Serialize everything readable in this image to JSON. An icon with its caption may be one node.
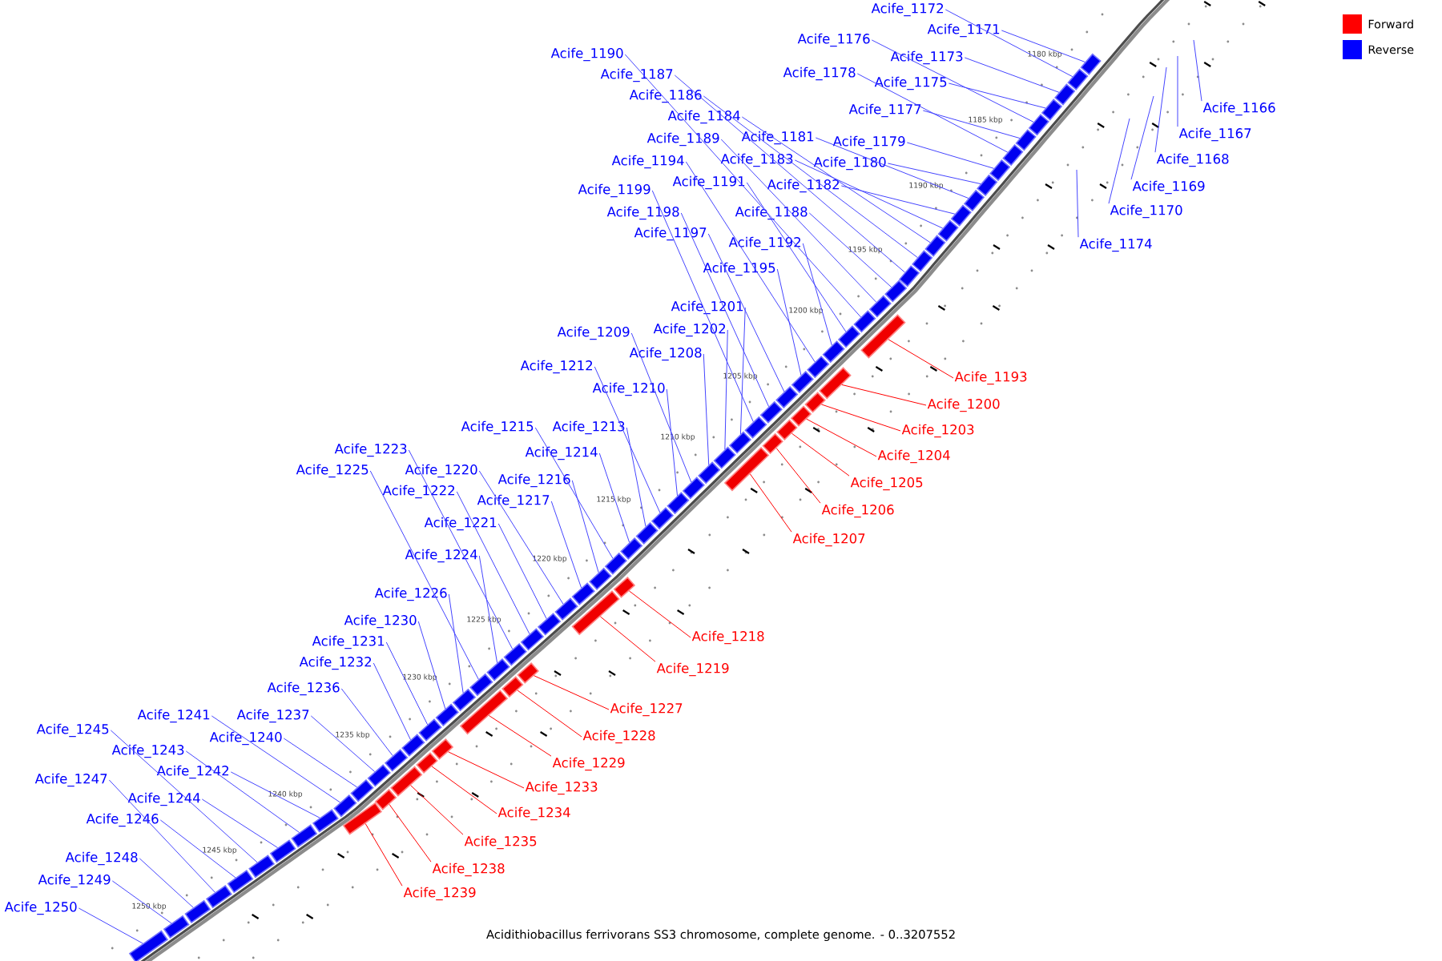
{
  "diagram": {
    "caption": "Acidithiobacillus ferrivorans SS3 chromosome, complete genome. - 0..3207552",
    "nodes": [
      {
        "text": [
          "Acife_1172"
        ]
      },
      {
        "text": [
          "Acife_1171"
        ]
      },
      {
        "text": [
          "Acife_1176"
        ]
      },
      {
        "text": [
          "Acife_1173"
        ]
      },
      {
        "text": [
          "Acife_1178"
        ]
      },
      {
        "text": [
          "Acife_1175"
        ]
      },
      {
        "text": [
          "Acife_1177"
        ]
      },
      {
        "text": [
          "Acife_1179"
        ]
      },
      {
        "text": [
          "Acife_1180"
        ]
      },
      {
        "text": [
          "Acife_1190"
        ]
      },
      {
        "text": [
          "Acife_1187"
        ]
      },
      {
        "text": [
          "Acife_1186"
        ]
      },
      {
        "text": [
          "Acife_1184"
        ]
      },
      {
        "text": [
          "Acife_1189"
        ]
      },
      {
        "text": [
          "Acife_1181"
        ]
      },
      {
        "text": [
          "Acife_1194"
        ]
      },
      {
        "text": [
          "Acife_1183"
        ]
      },
      {
        "text": [
          "Acife_1191"
        ]
      },
      {
        "text": [
          "Acife_1182"
        ]
      },
      {
        "text": [
          "Acife_1199"
        ]
      },
      {
        "text": [
          "Acife_1198"
        ]
      },
      {
        "text": [
          "Acife_1188"
        ]
      },
      {
        "text": [
          "Acife_1197"
        ]
      },
      {
        "text": [
          "Acife_1192"
        ]
      },
      {
        "text": [
          "Acife_1195"
        ]
      },
      {
        "text": [
          "Acife_1201"
        ]
      },
      {
        "text": [
          "Acife_1202"
        ]
      },
      {
        "text": [
          "Acife_1209"
        ]
      },
      {
        "text": [
          "Acife_1208"
        ]
      },
      {
        "text": [
          "Acife_1212"
        ]
      },
      {
        "text": [
          "Acife_1210"
        ]
      },
      {
        "text": [
          "Acife_1215"
        ]
      },
      {
        "text": [
          "Acife_1213"
        ]
      },
      {
        "text": [
          "Acife_1214"
        ]
      },
      {
        "text": [
          "Acife_1216"
        ]
      },
      {
        "text": [
          "Acife_1217"
        ]
      },
      {
        "text": [
          "Acife_1223"
        ]
      },
      {
        "text": [
          "Acife_1225"
        ]
      },
      {
        "text": [
          "Acife_1220"
        ]
      },
      {
        "text": [
          "Acife_1222"
        ]
      },
      {
        "text": [
          "Acife_1221"
        ]
      },
      {
        "text": [
          "Acife_1224"
        ]
      },
      {
        "text": [
          "Acife_1226"
        ]
      },
      {
        "text": [
          "Acife_1230"
        ]
      },
      {
        "text": [
          "Acife_1231"
        ]
      },
      {
        "text": [
          "Acife_1232"
        ]
      },
      {
        "text": [
          "Acife_1236"
        ]
      },
      {
        "text": [
          "Acife_1241"
        ]
      },
      {
        "text": [
          "Acife_1237"
        ]
      },
      {
        "text": [
          "Acife_1240"
        ]
      },
      {
        "text": [
          "Acife_1245"
        ]
      },
      {
        "text": [
          "Acife_1243"
        ]
      },
      {
        "text": [
          "Acife_1242"
        ]
      },
      {
        "text": [
          "Acife_1247"
        ]
      },
      {
        "text": [
          "Acife_1244"
        ]
      },
      {
        "text": [
          "Acife_1246"
        ]
      },
      {
        "text": [
          "Acife_1248"
        ]
      },
      {
        "text": [
          "Acife_1249"
        ]
      },
      {
        "text": [
          "Acife_1250"
        ]
      },
      {
        "text": [
          "Acife_1166"
        ]
      },
      {
        "text": [
          "Acife_1167"
        ]
      },
      {
        "text": [
          "Acife_1168"
        ]
      },
      {
        "text": [
          "Acife_1169"
        ]
      },
      {
        "text": [
          "Acife_1170"
        ]
      },
      {
        "text": [
          "Acife_1174"
        ]
      },
      {
        "text": [
          "Acife_1193"
        ]
      },
      {
        "text": [
          "Acife_1200"
        ]
      },
      {
        "text": [
          "Acife_1203"
        ]
      },
      {
        "text": [
          "Acife_1204"
        ]
      },
      {
        "text": [
          "Acife_1205"
        ]
      },
      {
        "text": [
          "Acife_1206"
        ]
      },
      {
        "text": [
          "Acife_1207"
        ]
      },
      {
        "text": [
          "Acife_1218"
        ]
      },
      {
        "text": [
          "Acife_1219"
        ]
      },
      {
        "text": [
          "Acife_1227"
        ]
      },
      {
        "text": [
          "Acife_1228"
        ]
      },
      {
        "text": [
          "Acife_1229"
        ]
      },
      {
        "text": [
          "Acife_1233"
        ]
      },
      {
        "text": [
          "Acife_1234"
        ]
      },
      {
        "text": [
          "Acife_1235"
        ]
      },
      {
        "text": [
          "Acife_1238"
        ]
      },
      {
        "text": [
          "Acife_1239"
        ]
      },
      {
        "text": [],
        "shape": "box"
      },
      {
        "text": [],
        "shape": "box"
      },
      {
        "text": [],
        "shape": "box"
      },
      {
        "text": [],
        "shape": "box"
      },
      {
        "text": [],
        "shape": "box"
      },
      {
        "text": [],
        "shape": "box"
      },
      {
        "text": [],
        "shape": "box"
      },
      {
        "text": [],
        "shape": "box"
      },
      {
        "text": [],
        "shape": "box"
      },
      {
        "text": [],
        "shape": "box"
      },
      {
        "text": [],
        "shape": "box"
      },
      {
        "text": [],
        "shape": "box"
      },
      {
        "text": [],
        "shape": "box"
      },
      {
        "text": [],
        "shape": "box"
      },
      {
        "text": [],
        "shape": "box"
      },
      {
        "text": [],
        "shape": "box"
      },
      {
        "text": [],
        "shape": "box"
      },
      {
        "text": [],
        "shape": "box"
      },
      {
        "text": [],
        "shape": "box"
      },
      {
        "text": [],
        "shape": "box"
      },
      {
        "text": [],
        "shape": "box"
      },
      {
        "text": [],
        "shape": "box"
      },
      {
        "text": [],
        "shape": "box"
      },
      {
        "text": [],
        "shape": "box"
      },
      {
        "text": [],
        "shape": "box"
      },
      {
        "text": [],
        "shape": "box"
      },
      {
        "text": [],
        "shape": "box"
      },
      {
        "text": [],
        "shape": "box"
      },
      {
        "text": [],
        "shape": "box"
      },
      {
        "text": [],
        "shape": "box"
      },
      {
        "text": [],
        "shape": "box"
      },
      {
        "text": [],
        "shape": "box"
      },
      {
        "text": [],
        "shape": "box"
      },
      {
        "text": [],
        "shape": "box"
      },
      {
        "text": [],
        "shape": "box"
      },
      {
        "text": [],
        "shape": "box"
      },
      {
        "text": [],
        "shape": "box"
      },
      {
        "text": [],
        "shape": "box"
      },
      {
        "text": [],
        "shape": "box"
      },
      {
        "text": [],
        "shape": "box"
      },
      {
        "text": [],
        "shape": "box"
      },
      {
        "text": [],
        "shape": "box"
      },
      {
        "text": [],
        "shape": "box"
      },
      {
        "text": [],
        "shape": "box"
      },
      {
        "text": [],
        "shape": "box"
      },
      {
        "text": [],
        "shape": "box"
      },
      {
        "text": [],
        "shape": "box"
      },
      {
        "text": [],
        "shape": "box"
      },
      {
        "text": [],
        "shape": "box"
      },
      {
        "text": [],
        "shape": "box"
      },
      {
        "text": [],
        "shape": "box"
      },
      {
        "text": [],
        "shape": "box"
      },
      {
        "text": [],
        "shape": "box"
      },
      {
        "text": [],
        "shape": "box"
      },
      {
        "text": [],
        "shape": "box"
      },
      {
        "text": [],
        "shape": "box"
      },
      {
        "text": [],
        "shape": "box"
      },
      {
        "text": [],
        "shape": "box"
      },
      {
        "text": [],
        "shape": "box"
      },
      {
        "text": [],
        "shape": "box"
      },
      {
        "text": [],
        "shape": "box"
      },
      {
        "text": [],
        "shape": "box"
      },
      {
        "text": [],
        "shape": "box"
      },
      {
        "text": [],
        "shape": "box"
      },
      {
        "text": [],
        "shape": "box"
      },
      {
        "text": [],
        "shape": "box"
      },
      {
        "text": [],
        "shape": "box"
      },
      {
        "text": [],
        "shape": "box"
      },
      {
        "text": [],
        "shape": "box"
      },
      {
        "text": [],
        "shape": "box"
      },
      {
        "text": [],
        "shape": "box"
      },
      {
        "text": [],
        "shape": "box"
      },
      {
        "text": [],
        "shape": "box"
      },
      {
        "text": [],
        "shape": "box"
      },
      {
        "text": [],
        "shape": "box"
      },
      {
        "text": [],
        "shape": "box"
      }
    ],
    "edges": [
      {
        "from": 0,
        "to": 83,
        "arrow": "none"
      },
      {
        "from": 1,
        "to": 82,
        "arrow": "none"
      },
      {
        "from": 2,
        "to": 86,
        "arrow": "none"
      },
      {
        "from": 3,
        "to": 84,
        "arrow": "none"
      },
      {
        "from": 4,
        "to": 88,
        "arrow": "none"
      },
      {
        "from": 5,
        "to": 85,
        "arrow": "none"
      },
      {
        "from": 6,
        "to": 87,
        "arrow": "none"
      },
      {
        "from": 7,
        "to": 89,
        "arrow": "none"
      },
      {
        "from": 8,
        "to": 90,
        "arrow": "none"
      },
      {
        "from": 9,
        "to": 99,
        "arrow": "none"
      },
      {
        "from": 10,
        "to": 96,
        "arrow": "none"
      },
      {
        "from": 11,
        "to": 95,
        "arrow": "none"
      },
      {
        "from": 12,
        "to": 94,
        "arrow": "none"
      },
      {
        "from": 13,
        "to": 98,
        "arrow": "none"
      },
      {
        "from": 14,
        "to": 91,
        "arrow": "none"
      },
      {
        "from": 15,
        "to": 103,
        "arrow": "none"
      },
      {
        "from": 16,
        "to": 93,
        "arrow": "none"
      },
      {
        "from": 17,
        "to": 100,
        "arrow": "none"
      },
      {
        "from": 18,
        "to": 92,
        "arrow": "none"
      },
      {
        "from": 19,
        "to": 107,
        "arrow": "none"
      },
      {
        "from": 20,
        "to": 106,
        "arrow": "none"
      },
      {
        "from": 21,
        "to": 97,
        "arrow": "none"
      },
      {
        "from": 22,
        "to": 105,
        "arrow": "none"
      },
      {
        "from": 23,
        "to": 101,
        "arrow": "none"
      },
      {
        "from": 24,
        "to": 104,
        "arrow": "none"
      },
      {
        "from": 25,
        "to": 109,
        "arrow": "none"
      },
      {
        "from": 26,
        "to": 110,
        "arrow": "none"
      },
      {
        "from": 27,
        "to": 117,
        "arrow": "none"
      },
      {
        "from": 28,
        "to": 116,
        "arrow": "none"
      },
      {
        "from": 29,
        "to": 119,
        "arrow": "none"
      },
      {
        "from": 30,
        "to": 118,
        "arrow": "none"
      },
      {
        "from": 31,
        "to": 122,
        "arrow": "none"
      },
      {
        "from": 32,
        "to": 120,
        "arrow": "none"
      },
      {
        "from": 33,
        "to": 121,
        "arrow": "none"
      },
      {
        "from": 34,
        "to": 123,
        "arrow": "none"
      },
      {
        "from": 35,
        "to": 124,
        "arrow": "none"
      },
      {
        "from": 36,
        "to": 130,
        "arrow": "none"
      },
      {
        "from": 37,
        "to": 132,
        "arrow": "none"
      },
      {
        "from": 38,
        "to": 127,
        "arrow": "none"
      },
      {
        "from": 39,
        "to": 129,
        "arrow": "none"
      },
      {
        "from": 40,
        "to": 128,
        "arrow": "none"
      },
      {
        "from": 41,
        "to": 131,
        "arrow": "none"
      },
      {
        "from": 42,
        "to": 133,
        "arrow": "none"
      },
      {
        "from": 43,
        "to": 137,
        "arrow": "none"
      },
      {
        "from": 44,
        "to": 138,
        "arrow": "none"
      },
      {
        "from": 45,
        "to": 139,
        "arrow": "none"
      },
      {
        "from": 46,
        "to": 143,
        "arrow": "none"
      },
      {
        "from": 47,
        "to": 148,
        "arrow": "none"
      },
      {
        "from": 48,
        "to": 144,
        "arrow": "none"
      },
      {
        "from": 49,
        "to": 147,
        "arrow": "none"
      },
      {
        "from": 50,
        "to": 152,
        "arrow": "none"
      },
      {
        "from": 51,
        "to": 150,
        "arrow": "none"
      },
      {
        "from": 52,
        "to": 149,
        "arrow": "none"
      },
      {
        "from": 53,
        "to": 154,
        "arrow": "none"
      },
      {
        "from": 54,
        "to": 151,
        "arrow": "none"
      },
      {
        "from": 55,
        "to": 153,
        "arrow": "none"
      },
      {
        "from": 56,
        "to": 155,
        "arrow": "none"
      },
      {
        "from": 57,
        "to": 156,
        "arrow": "none"
      },
      {
        "from": 58,
        "to": 157,
        "arrow": "none"
      },
      {
        "from": 59,
        "to": null,
        "arrow": "none"
      },
      {
        "from": 60,
        "to": null,
        "arrow": "none"
      },
      {
        "from": 61,
        "to": null,
        "arrow": "none"
      },
      {
        "from": 62,
        "to": null,
        "arrow": "none"
      },
      {
        "from": 63,
        "to": null,
        "arrow": "none"
      },
      {
        "from": 64,
        "to": null,
        "arrow": "none"
      },
      {
        "from": 65,
        "to": 102,
        "arrow": "none",
        "color": "#ff0000"
      },
      {
        "from": 66,
        "to": 108,
        "arrow": "none",
        "color": "#ff0000"
      },
      {
        "from": 67,
        "to": 111,
        "arrow": "none",
        "color": "#ff0000"
      },
      {
        "from": 68,
        "to": 112,
        "arrow": "none",
        "color": "#ff0000"
      },
      {
        "from": 69,
        "to": 113,
        "arrow": "none",
        "color": "#ff0000"
      },
      {
        "from": 70,
        "to": 114,
        "arrow": "none",
        "color": "#ff0000"
      },
      {
        "from": 71,
        "to": 115,
        "arrow": "none",
        "color": "#ff0000"
      },
      {
        "from": 72,
        "to": 125,
        "arrow": "none",
        "color": "#ff0000"
      },
      {
        "from": 73,
        "to": 126,
        "arrow": "none",
        "color": "#ff0000"
      },
      {
        "from": 74,
        "to": 134,
        "arrow": "none",
        "color": "#ff0000"
      },
      {
        "from": 75,
        "to": 135,
        "arrow": "none",
        "color": "#ff0000"
      },
      {
        "from": 76,
        "to": 136,
        "arrow": "none",
        "color": "#ff0000"
      },
      {
        "from": 77,
        "to": 140,
        "arrow": "none",
        "color": "#ff0000"
      },
      {
        "from": 78,
        "to": 141,
        "arrow": "none",
        "color": "#ff0000"
      },
      {
        "from": 79,
        "to": 142,
        "arrow": "none",
        "color": "#ff0000"
      },
      {
        "from": 80,
        "to": 145,
        "arrow": "none",
        "color": "#ff0000"
      },
      {
        "from": 81,
        "to": 146,
        "arrow": "none",
        "color": "#ff0000"
      }
    ],
    "labels": [
      "1180 kbp",
      "1185 kbp",
      "1190 kbp",
      "1195 kbp",
      "1200 kbp",
      "1205 kbp",
      "1210 kbp",
      "1215 kbp",
      "1220 kbp",
      "1225 kbp",
      "1230 kbp",
      "1235 kbp",
      "1240 kbp",
      "1245 kbp",
      "1250 kbp"
    ],
    "legend": [
      {
        "text": "Forward",
        "color": "#ff0000"
      },
      {
        "text": "Reverse",
        "color": "#0000ff"
      }
    ]
  }
}
